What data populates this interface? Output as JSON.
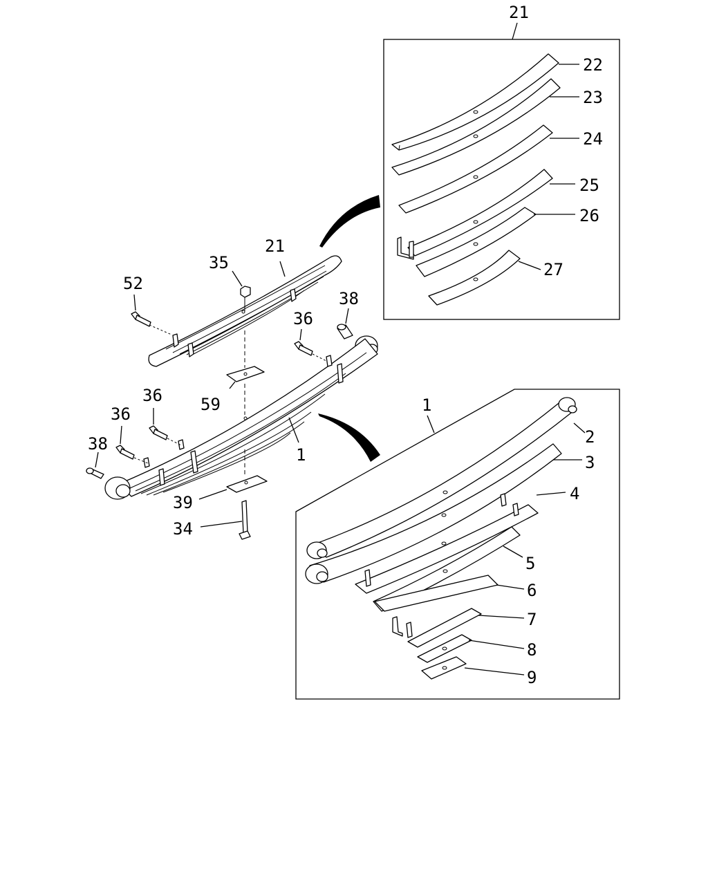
{
  "diagram": {
    "labels": {
      "l21_top": "21",
      "l22": "22",
      "l23": "23",
      "l24": "24",
      "l25": "25",
      "l26": "26",
      "l27": "27",
      "l21_main": "21",
      "l35": "35",
      "l52": "52",
      "l38_top": "38",
      "l36_a": "36",
      "l36_b": "36",
      "l36_c": "36",
      "l38_left": "38",
      "l59": "59",
      "l1_main": "1",
      "l39": "39",
      "l34": "34",
      "l1_box": "1",
      "l2": "2",
      "l3": "3",
      "l4": "4",
      "l5": "5",
      "l6": "6",
      "l7": "7",
      "l8": "8",
      "l9": "9"
    }
  }
}
